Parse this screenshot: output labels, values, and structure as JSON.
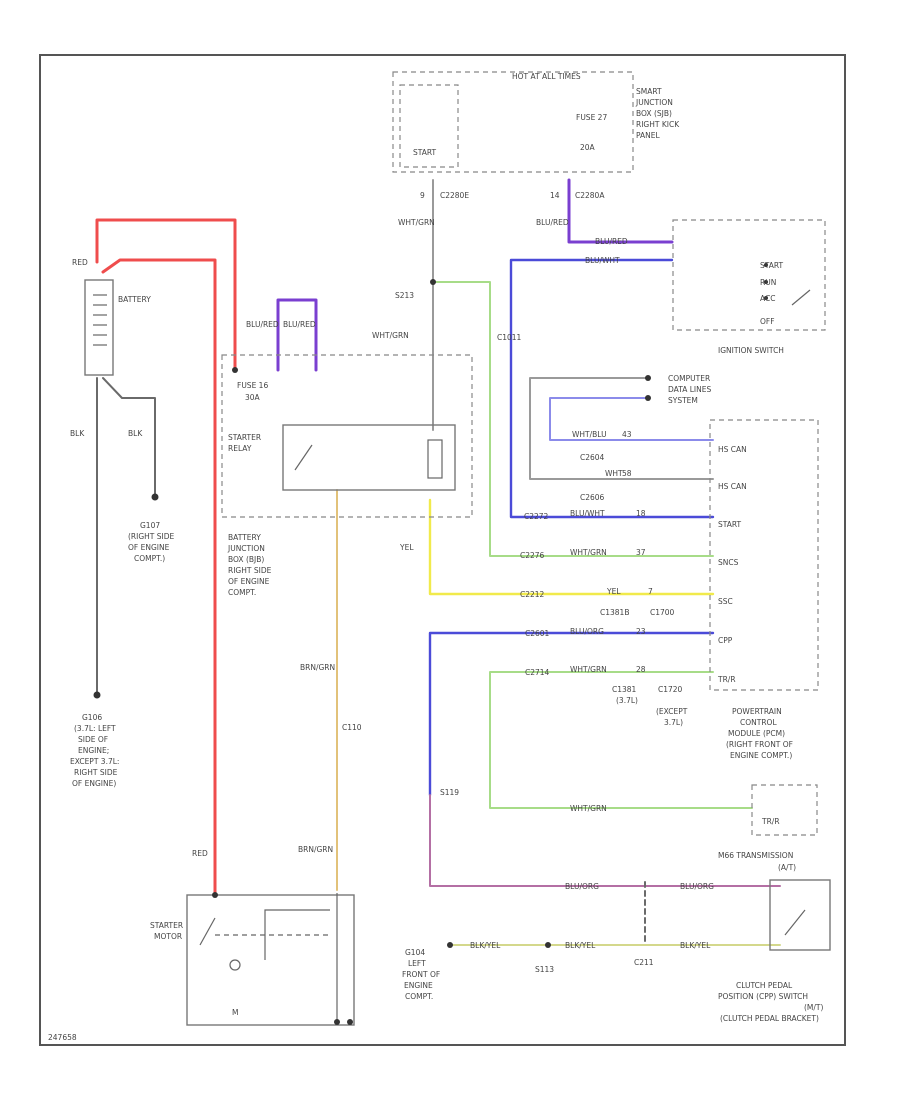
{
  "colors": {
    "red": "#ef4d4d",
    "purple": "#7a3fd0",
    "blue": "#4b4bd8",
    "light_blue": "#8b8bea",
    "green": "#a7dc88",
    "yellow": "#f1ea4b",
    "tan": "#e2c27a",
    "mauve": "#b46fa4"
  },
  "labels": {
    "hot_at_all_times": "HOT AT ALL TIMES",
    "start_left": "START",
    "fuse_27": "FUSE 27",
    "fuse_amp_27": "20A",
    "sjb_1": "SMART",
    "sjb_2": "JUNCTION",
    "sjb_3": "BOX (SJB)",
    "sjb_4": "RIGHT KICK",
    "sjb_5": "PANEL",
    "pin_9": "9",
    "pin_14": "14",
    "c2280e": "C2280E",
    "c2280a": "C2280A",
    "wht_grn_v": "WHT/GRN",
    "blu_red_v": "BLU/RED",
    "blu_red_h": "BLU/RED",
    "blu_wht_h": "BLU/WHT",
    "start_sw": "START",
    "run_sw": "RUN",
    "acc_sw": "ACC",
    "off_sw": "OFF",
    "ignition_switch": "IGNITION SWITCH",
    "red_top": "RED",
    "battery": "BATTERY",
    "blu_red_a": "BLU/RED",
    "blu_red_b": "BLU/RED",
    "fuse_16": "FUSE 16",
    "fuse_amp_16": "30A",
    "s213": "S213",
    "wht_grn_2": "WHT/GRN",
    "c1011": "C1011",
    "starter": "STARTER",
    "relay": "RELAY",
    "blk_1": "BLK",
    "blk_2": "BLK",
    "g107_1": "G107",
    "g107_2": "(RIGHT SIDE",
    "g107_3": "OF ENGINE",
    "g107_4": "COMPT.)",
    "bjb_1": "BATTERY",
    "bjb_2": "JUNCTION",
    "bjb_3": "BOX (BJB)",
    "bjb_4": "RIGHT SIDE",
    "bjb_5": "OF ENGINE",
    "bjb_6": "COMPT.",
    "computer_1": "COMPUTER",
    "computer_2": "DATA LINES",
    "computer_3": "SYSTEM",
    "wht_blu": "WHT/BLU",
    "pin_43": "43",
    "c2604": "C2604",
    "wht": "WHT",
    "pin_58": "58",
    "c2606": "C2606",
    "hs_can_p": "HS CAN",
    "hs_can_n": "HS CAN",
    "c2272": "C2272",
    "blu_wht_2": "BLU/WHT",
    "pin_18": "18",
    "start_pcm": "START",
    "c2276": "C2276",
    "wht_grn_3": "WHT/GRN",
    "pin_37": "37",
    "sncs": "SNCS",
    "yel": "YEL",
    "c2212": "C2212",
    "yel_2": "YEL",
    "pin_7": "7",
    "c1381b": "C1381B",
    "c1700": "C1700",
    "ssc": "SSC",
    "c2601": "C2601",
    "blu_org": "BLU/ORG",
    "pin_23": "23",
    "cpp": "CPP",
    "c2714": "C2714",
    "wht_grn_4": "WHT/GRN",
    "pin_28": "28",
    "tr_r": "TR/R",
    "c1381": "C1381",
    "c1720": "C1720",
    "v6": "(3.7L)",
    "except_1": "(EXCEPT",
    "except_2": "3.7L)",
    "pcm_1": "POWERTRAIN",
    "pcm_2": "CONTROL",
    "pcm_3": "MODULE (PCM)",
    "pcm_4": "(RIGHT FRONT OF",
    "pcm_5": "ENGINE COMPT.)",
    "g106_1": "G106",
    "g106_2": "(3.7L: LEFT",
    "g106_3": "SIDE OF",
    "g106_4": "ENGINE;",
    "g106_5": "EXCEPT 3.7L:",
    "g106_6": "RIGHT SIDE",
    "g106_7": "OF ENGINE)",
    "brn_grn": "BRN/GRN",
    "c110": "C110",
    "s119": "S119",
    "wht_grn_5": "WHT/GRN",
    "tr_r_2": "TR/R",
    "wr_transmission": "M66 TRANSMISSION",
    "at": "(A/T)",
    "red_bottom": "RED",
    "brn_grn_2": "BRN/GRN",
    "starter_m": "STARTER",
    "motor_m": "MOTOR",
    "m": "M",
    "blu_org_2": "BLU/ORG",
    "blu_org_3": "BLU/ORG",
    "g104_1": "G104",
    "g104_2": "LEFT",
    "g104_3": "FRONT OF",
    "g104_4": "ENGINE",
    "g104_5": "COMPT.",
    "blk_yel": "BLK/YEL",
    "blk_yel_2": "BLK/YEL",
    "blk_yel_3": "BLK/YEL",
    "s113": "S113",
    "c211": "C211",
    "cpp_1": "CLUTCH PEDAL",
    "cpp_2": "POSITION (CPP) SWITCH",
    "cpp_3": "(M/T)",
    "cpp_4": "(CLUTCH PEDAL BRACKET)",
    "diagram_id": "247658"
  }
}
